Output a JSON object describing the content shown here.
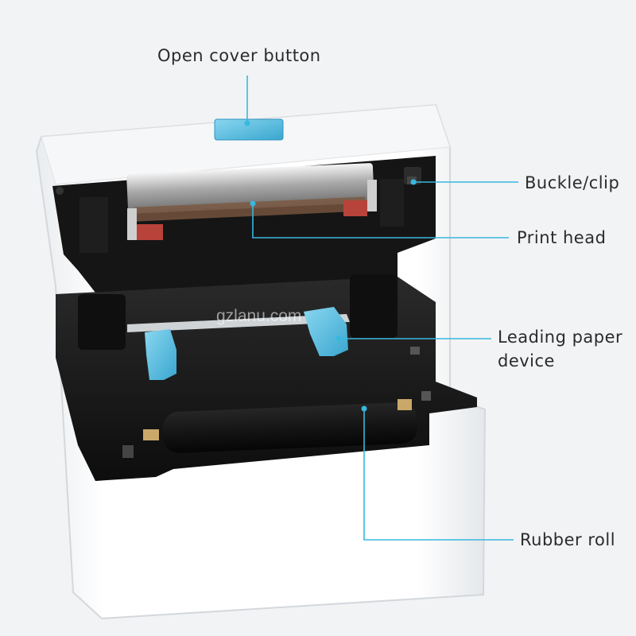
{
  "labels": {
    "open_cover_button": "Open cover button",
    "buckle_clip": "Buckle/clip",
    "print_head": "Print head",
    "leading_paper_device": [
      "Leading paper",
      "device"
    ],
    "rubber_roll": "Rubber roll"
  },
  "watermark": "gzlanu.com",
  "colors": {
    "accent": "#38b8e0",
    "printer_body": "#ffffff",
    "interior": "#141414",
    "guide_blue": "#5cc0e2",
    "text": "#2b2b2b"
  }
}
